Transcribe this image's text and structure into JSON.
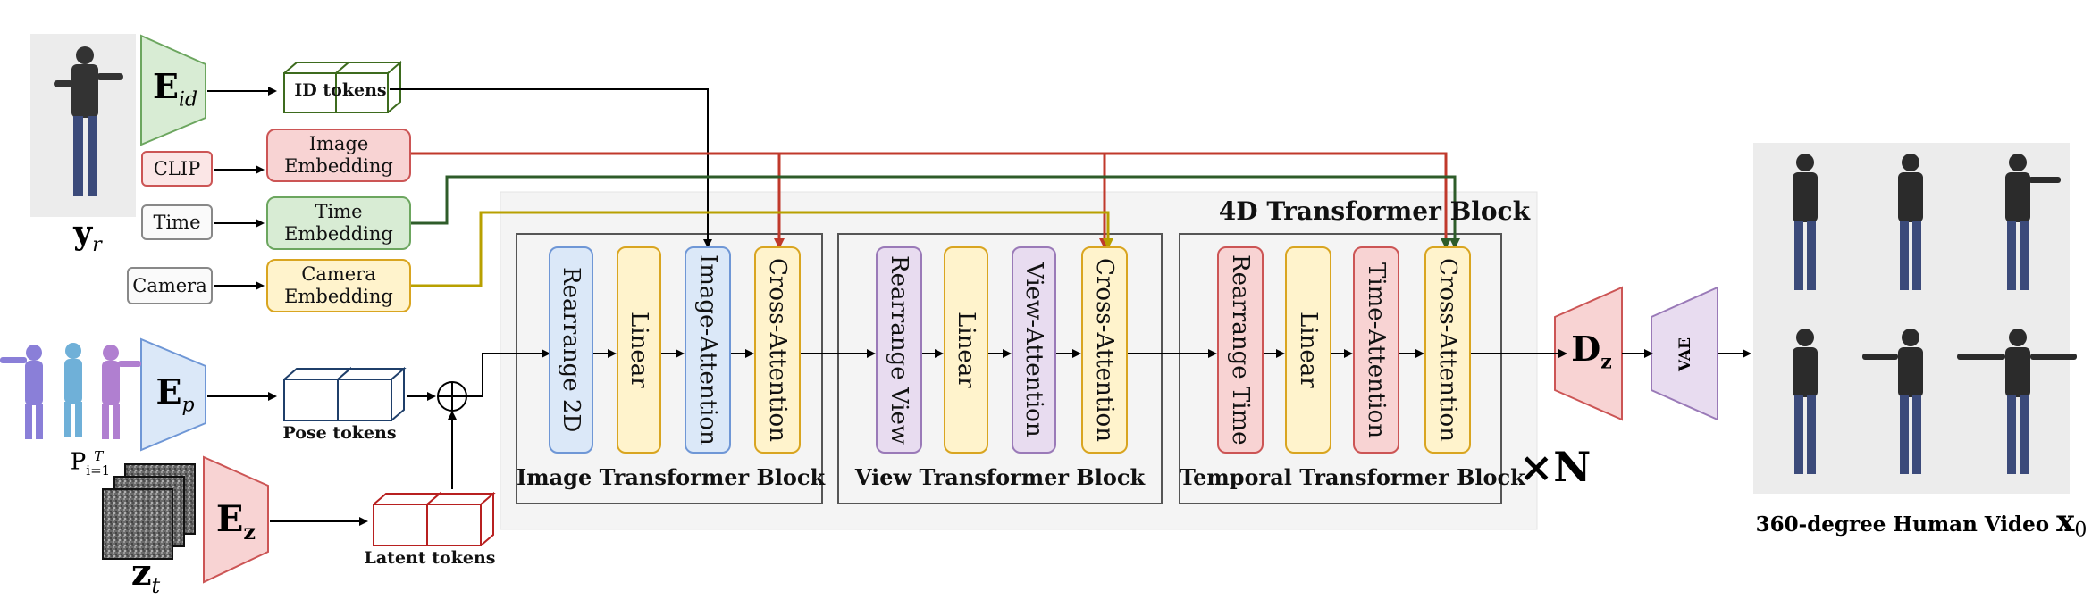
{
  "inputs": {
    "reference_symbol": "y",
    "reference_sub": "r",
    "pose_symbol": "P",
    "pose_sub": "i=1",
    "pose_sup": "T",
    "noise_symbol": "z",
    "noise_sub": "t"
  },
  "encoders": {
    "id": {
      "symbol": "E",
      "sub": "id"
    },
    "pose": {
      "symbol": "E",
      "sub": "p"
    },
    "latent": {
      "symbol": "E",
      "sub": "z"
    }
  },
  "conditions": {
    "clip": "CLIP",
    "time": "Time",
    "camera": "Camera"
  },
  "embeddings": {
    "image": [
      "Image",
      "Embedding"
    ],
    "time": [
      "Time",
      "Embedding"
    ],
    "camera": [
      "Camera",
      "Embedding"
    ]
  },
  "tokens": {
    "id": "ID tokens",
    "pose": "Pose tokens",
    "latent": "Latent tokens"
  },
  "transformer": {
    "title": "4D Transformer Block",
    "repeat": "×N",
    "blocks": [
      {
        "title": "Image Transformer Block",
        "layers": [
          "Rearrange 2D",
          "Linear",
          "Image-Attention",
          "Cross-Attention"
        ]
      },
      {
        "title": "View Transformer Block",
        "layers": [
          "Rearrange View",
          "Linear",
          "View-Attention",
          "Cross-Attention"
        ]
      },
      {
        "title": "Temporal Transformer Block",
        "layers": [
          "Rearrange Time",
          "Linear",
          "Time-Attention",
          "Cross-Attention"
        ]
      }
    ]
  },
  "decoder": {
    "symbol": "D",
    "sub": "z"
  },
  "vae": "VAE",
  "output": {
    "label": "360-degree Human Video",
    "symbol": "x",
    "sub": "0"
  },
  "colors": {
    "id_green": "#3d6b1e",
    "image_red": "#c0392b",
    "time_green": "#2e5c2a",
    "camera_yellow": "#b8a000",
    "blue_fill": "#dbe8f8",
    "blue_stroke": "#6f97d6",
    "yellow_fill": "#fff3cc",
    "yellow_stroke": "#d9a520",
    "purple_fill": "#e8dcf0",
    "purple_stroke": "#9a7ab8",
    "red_fill": "#f8d3d3",
    "red_stroke": "#cc5555",
    "green_fill": "#d8ecd4",
    "green_stroke": "#6ca65f",
    "panel_fill": "#f4f4f4"
  }
}
